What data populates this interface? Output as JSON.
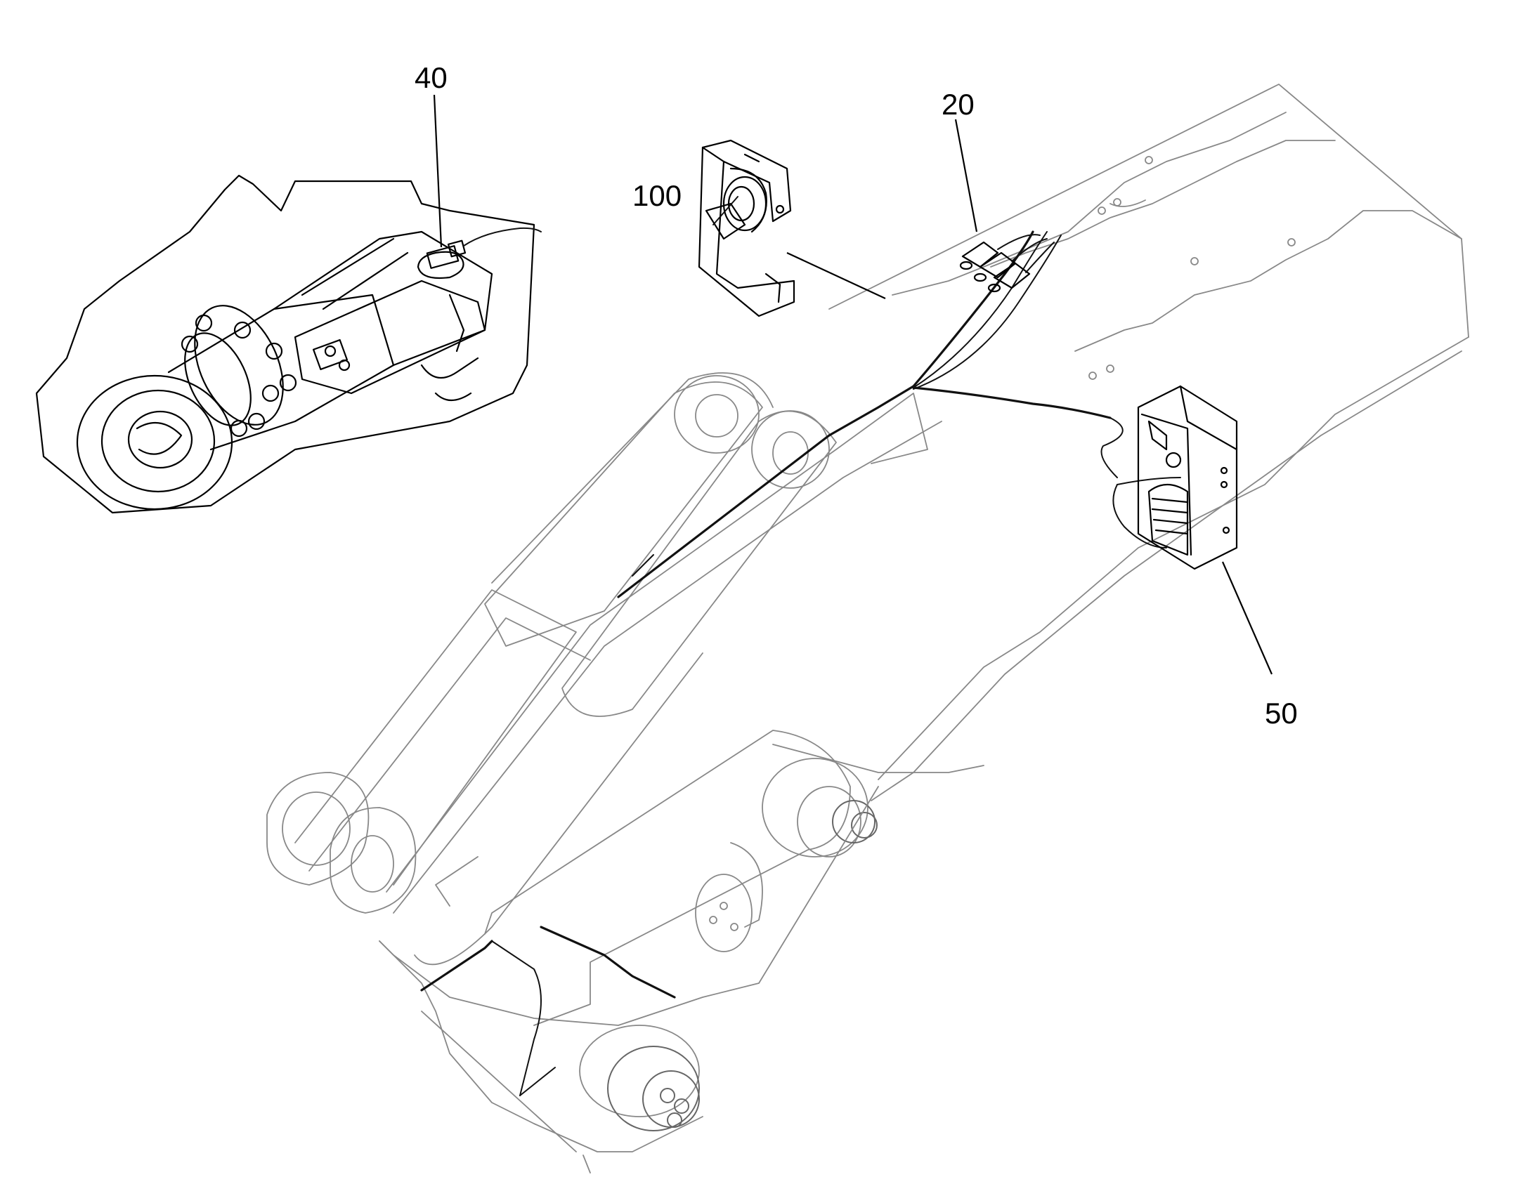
{
  "callouts": {
    "c40": "40",
    "c20": "20",
    "c100": "100",
    "c50": "50"
  },
  "colors": {
    "line": "#000000",
    "light_line": "#888888",
    "background": "#ffffff"
  },
  "icons": {
    "cylinder_detail": "hydraulic-cylinder-with-sensor",
    "bracket_100": "sensor-bracket",
    "connectors_20": "wire-harness-connectors",
    "box_50": "control-box-enclosure",
    "boom": "loader-boom-arm"
  }
}
